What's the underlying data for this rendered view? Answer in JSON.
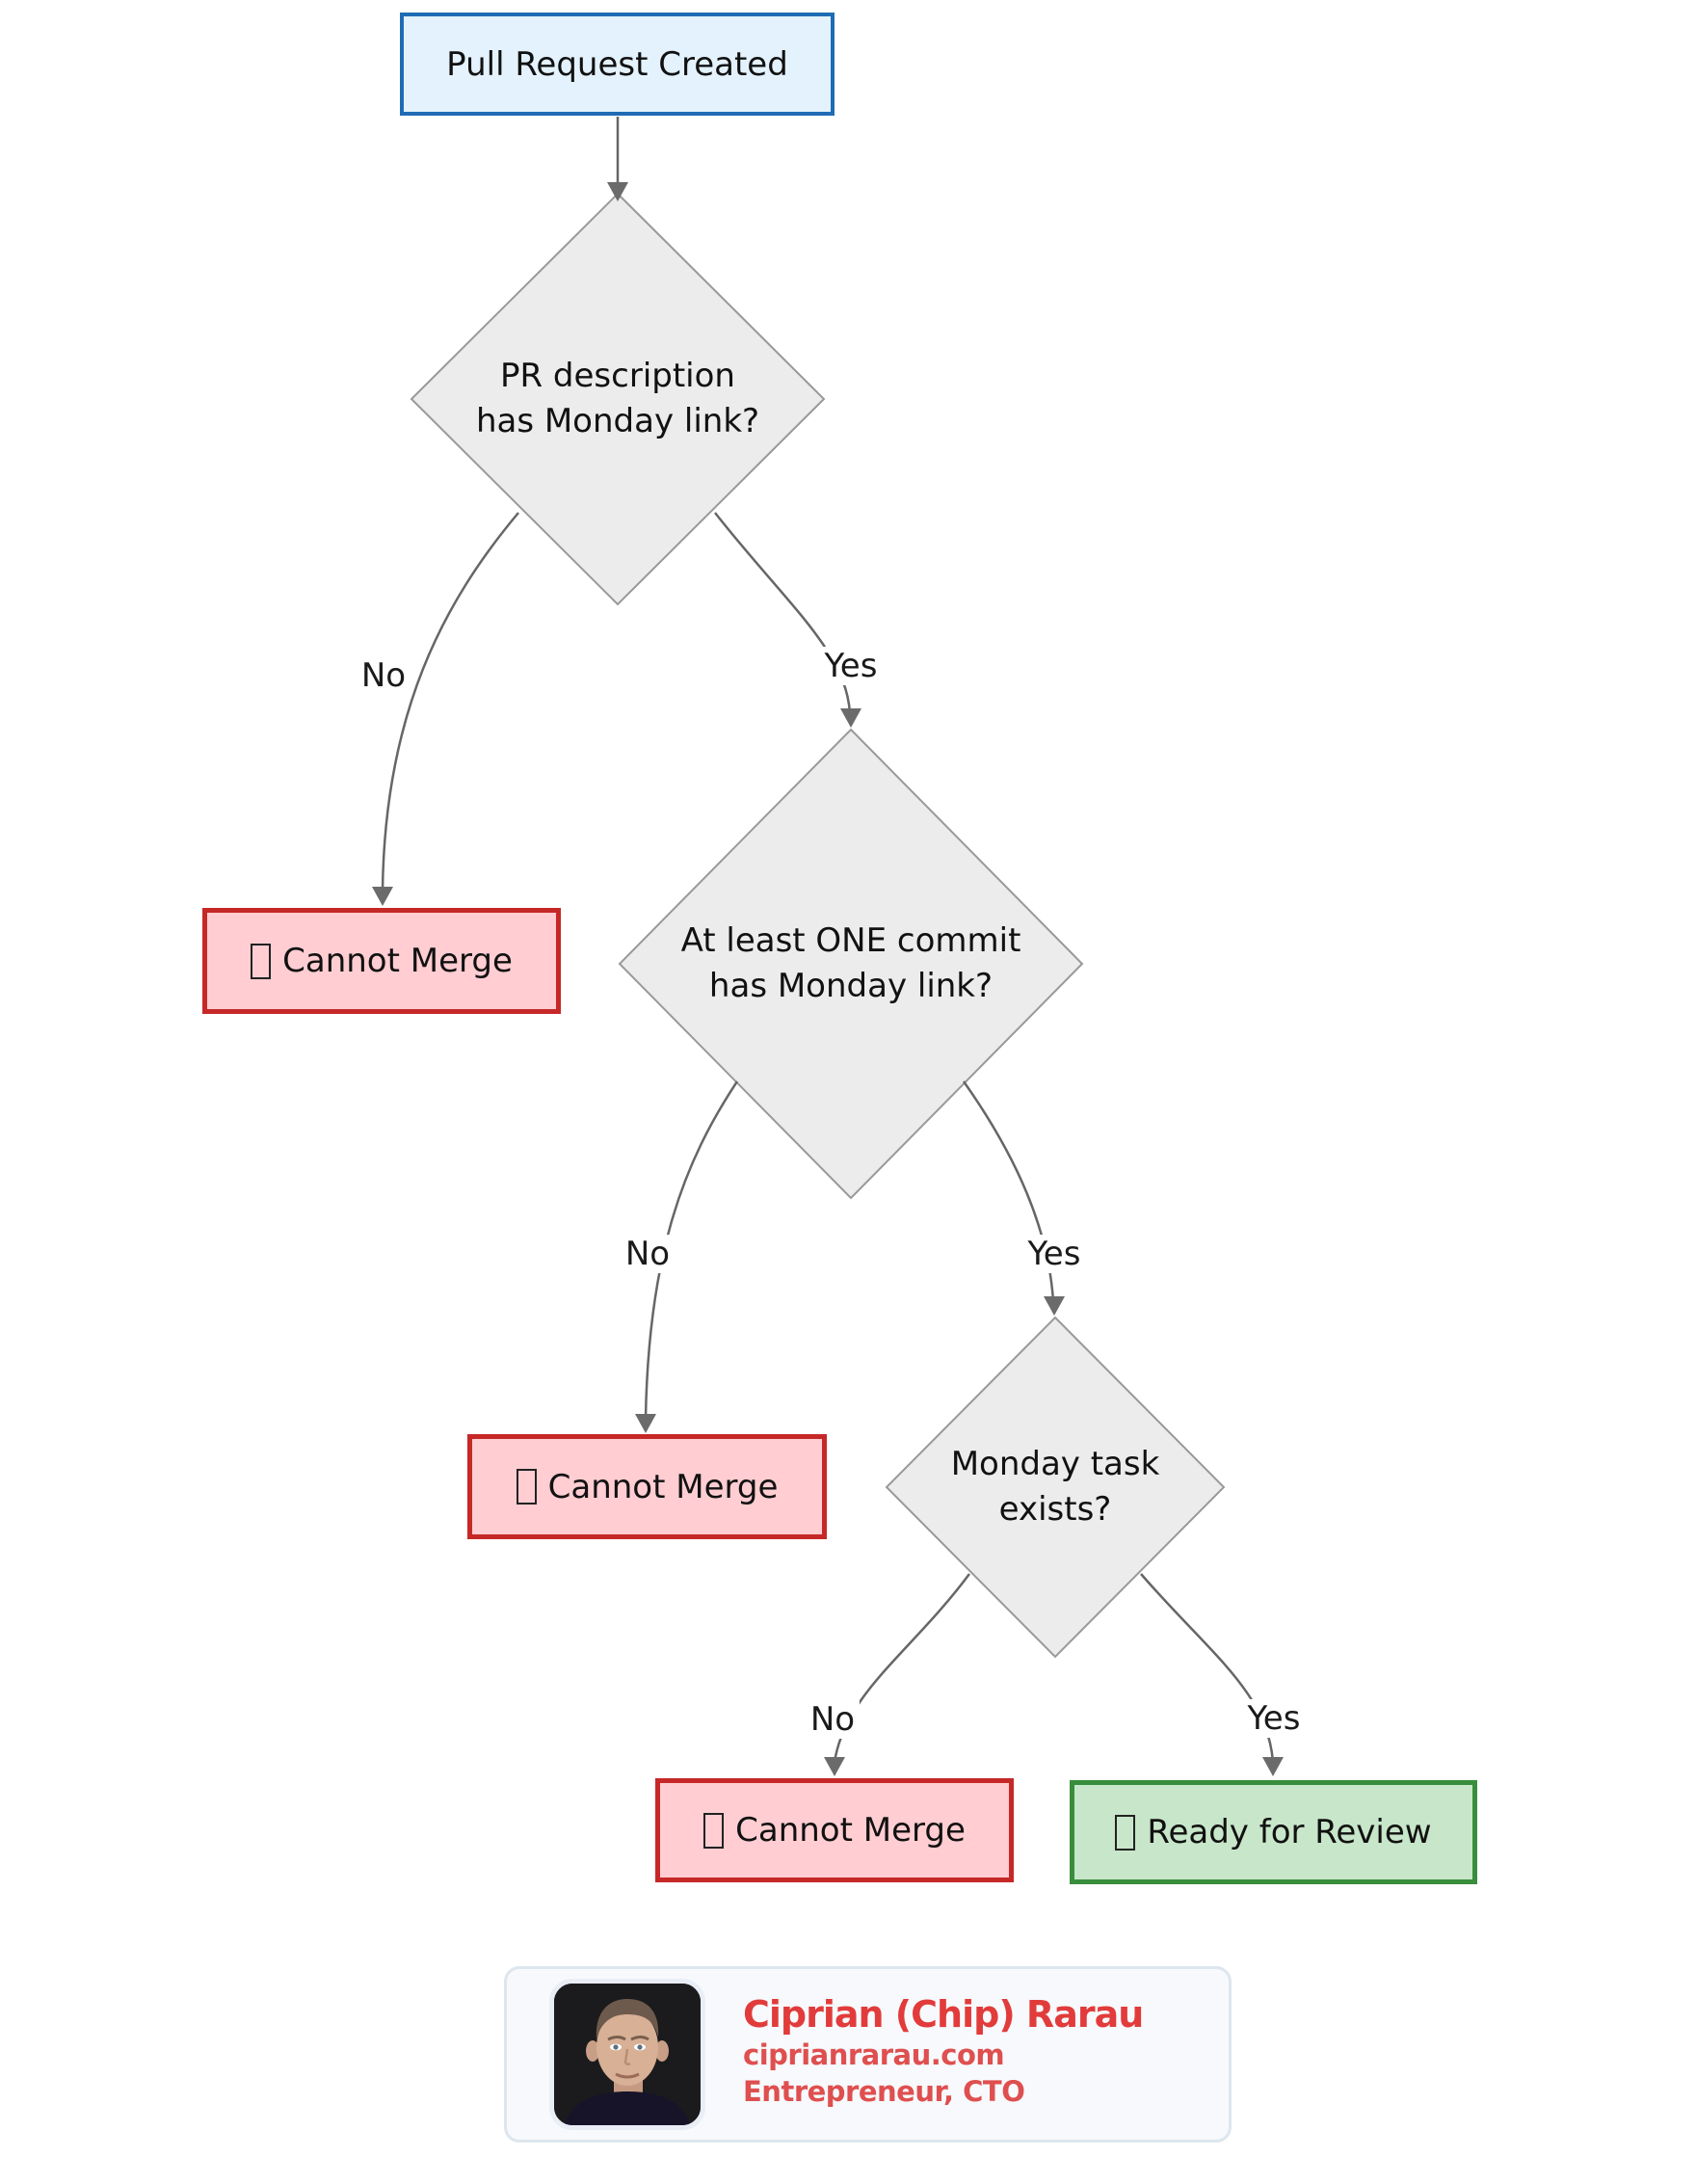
{
  "flowchart": {
    "nodes": {
      "start": {
        "label": "Pull Request Created"
      },
      "d1": {
        "line1": "PR description",
        "line2": "has Monday link?"
      },
      "d2": {
        "line1": "At least ONE commit",
        "line2": "has Monday link?"
      },
      "d3": {
        "line1": "Monday task",
        "line2": "exists?"
      },
      "cm1": {
        "label": "Cannot Merge",
        "icon": "missing-glyph-box"
      },
      "cm2": {
        "label": "Cannot Merge",
        "icon": "missing-glyph-box"
      },
      "cm3": {
        "label": "Cannot Merge",
        "icon": "missing-glyph-box"
      },
      "ready": {
        "label": "Ready for Review",
        "icon": "missing-glyph-box"
      }
    },
    "edges": [
      {
        "from": "start",
        "to": "d1",
        "label": ""
      },
      {
        "from": "d1",
        "to": "cm1",
        "label": "No"
      },
      {
        "from": "d1",
        "to": "d2",
        "label": "Yes"
      },
      {
        "from": "d2",
        "to": "cm2",
        "label": "No"
      },
      {
        "from": "d2",
        "to": "d3",
        "label": "Yes"
      },
      {
        "from": "d3",
        "to": "cm3",
        "label": "No"
      },
      {
        "from": "d3",
        "to": "ready",
        "label": "Yes"
      }
    ],
    "colors": {
      "start_fill": "#e3f2fd",
      "start_border": "#1f6cb5",
      "decision_fill": "#ececec",
      "decision_border": "#999999",
      "fail_fill": "#ffcdd2",
      "fail_border": "#c62828",
      "ok_fill": "#c8e6c9",
      "ok_border": "#388e3c",
      "edge_stroke": "#666666"
    }
  },
  "footer_card": {
    "name": "Ciprian (Chip) Rarau",
    "website": "ciprianrarau.com",
    "title": "Entrepreneur, CTO",
    "name_color": "#e23b3b",
    "sub_color": "#df4f4f"
  }
}
